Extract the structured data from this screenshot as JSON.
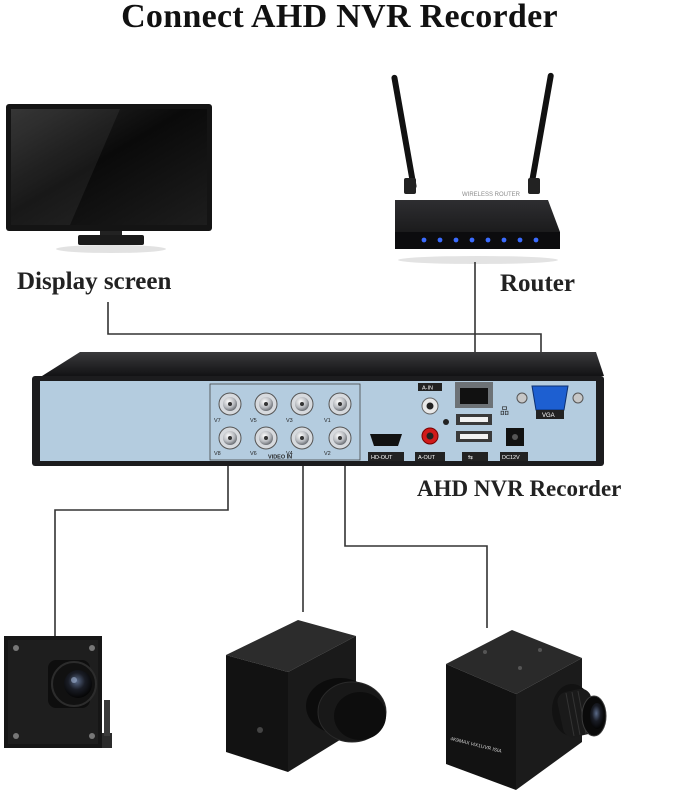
{
  "title": "Connect AHD NVR Recorder",
  "labels": {
    "display": "Display screen",
    "router": "Router",
    "nvr": "AHD NVR Recorder"
  },
  "router_text": "WIRELESS ROUTER",
  "nvr_panel": {
    "a_in": "A-IN",
    "a_out": "A-OUT",
    "hd_out": "HD-OUT",
    "vga": "VGA",
    "dc": "DC12V",
    "video_in": "VIDEO IN",
    "channels_top": [
      "V7",
      "V5",
      "V3",
      "V1"
    ],
    "channels_bottom": [
      "V8",
      "V6",
      "V4",
      "V2"
    ]
  },
  "camera_text": "4K9MAX  I4X1UVR  ISIA",
  "colors": {
    "panel": "#b4ccdf",
    "chassis": "#1c1c1e",
    "wire": "#333333",
    "router_led": "#3b6cff"
  }
}
